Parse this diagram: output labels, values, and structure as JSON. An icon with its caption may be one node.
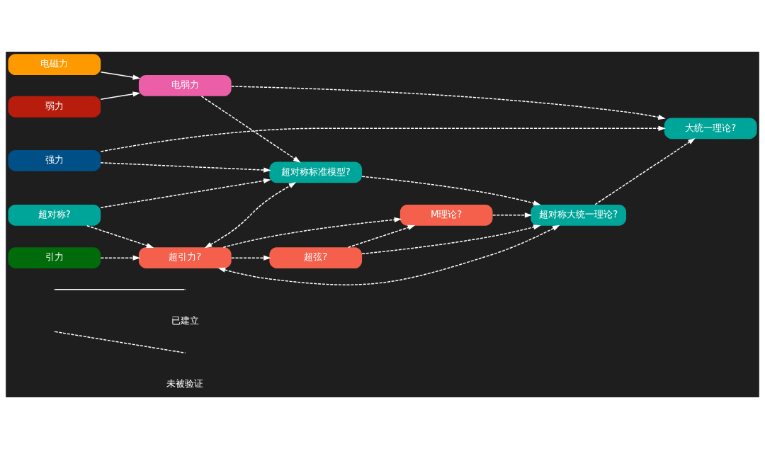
{
  "diagram": {
    "nodes": [
      {
        "text": [
          "电磁力"
        ]
      },
      {
        "text": [
          "弱力"
        ]
      },
      {
        "text": [
          "强力"
        ]
      },
      {
        "text": [
          "引力"
        ]
      },
      {
        "text": [
          "电弱力"
        ]
      },
      {
        "text": [
          "超对称?"
        ]
      },
      {
        "text": [
          "大统一理论?"
        ]
      },
      {
        "text": [
          "超对称标准模型?"
        ]
      },
      {
        "text": [
          "超对称大统一理论?"
        ]
      },
      {
        "text": [
          "超引力?"
        ]
      },
      {
        "text": [
          "M理论?"
        ]
      },
      {
        "text": [
          "超弦?"
        ]
      }
    ],
    "edges": [
      {
        "from": 0,
        "to": 4,
        "arrow": "to"
      },
      {
        "from": 1,
        "to": 4,
        "arrow": "to"
      },
      {
        "from": 4,
        "to": 6,
        "arrow": "to",
        "style": "dashed"
      },
      {
        "from": 4,
        "to": 7,
        "arrow": "to",
        "style": "dashed"
      },
      {
        "from": 2,
        "to": 6,
        "arrow": "to",
        "style": "dashed"
      },
      {
        "from": 2,
        "to": 7,
        "arrow": "to",
        "style": "dashed"
      },
      {
        "from": 5,
        "to": 7,
        "arrow": "to",
        "style": "dashed"
      },
      {
        "from": 5,
        "to": 9,
        "arrow": "to",
        "style": "dashed"
      },
      {
        "from": 3,
        "to": 9,
        "arrow": "to",
        "style": "dashed"
      },
      {
        "from": 7,
        "to": 8,
        "arrow": "to",
        "style": "dashed"
      },
      {
        "from": 8,
        "to": 6,
        "arrow": "to",
        "style": "dashed"
      },
      {
        "from": 9,
        "to": 7,
        "arrow": "both",
        "style": "dashed"
      },
      {
        "from": 9,
        "to": 8,
        "arrow": "both",
        "style": "dashed"
      },
      {
        "from": 9,
        "to": 10,
        "arrow": "to",
        "style": "dashed"
      },
      {
        "from": 9,
        "to": 11,
        "arrow": "to",
        "style": "dashed"
      },
      {
        "from": 11,
        "to": 10,
        "arrow": "to",
        "style": "dashed"
      },
      {
        "from": 11,
        "to": 8,
        "arrow": "to",
        "style": "dashed"
      },
      {
        "from": 10,
        "to": 8,
        "arrow": "to",
        "style": "dashed"
      }
    ],
    "legend": [
      {
        "text": "已建立"
      },
      {
        "text": "未被验证"
      }
    ]
  }
}
